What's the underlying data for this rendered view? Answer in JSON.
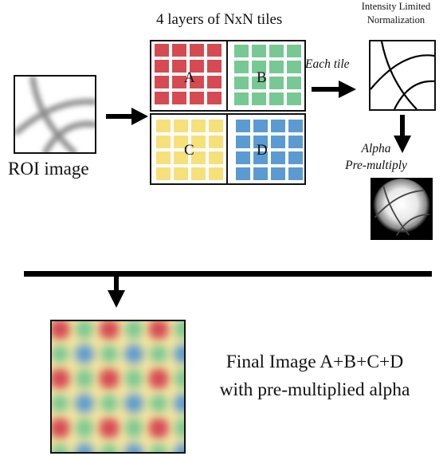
{
  "title_layers": "4 layers of NxN tiles",
  "roi_label": "ROI image",
  "tiles": [
    {
      "letter": "A",
      "color": "#d64a52"
    },
    {
      "letter": "B",
      "color": "#78c893"
    },
    {
      "letter": "C",
      "color": "#f6e07a"
    },
    {
      "letter": "D",
      "color": "#5b9bd1"
    }
  ],
  "normalization_title": {
    "line1": "Intensity Limited",
    "line2": "Normalization"
  },
  "each_tile_label": "Each tile",
  "alpha_label": {
    "line1": "Alpha",
    "line2": "Pre-multiply"
  },
  "final_label": {
    "line1": "Final Image A+B+C+D",
    "line2": "with pre-multiplied alpha"
  },
  "colors": {
    "ink": "#111111",
    "tile_red": "#d64a52",
    "tile_green": "#78c893",
    "tile_yellow": "#f6e07a",
    "tile_blue": "#5b9bd1"
  },
  "icons": [
    "arrow-right-icon",
    "arrow-down-icon"
  ]
}
